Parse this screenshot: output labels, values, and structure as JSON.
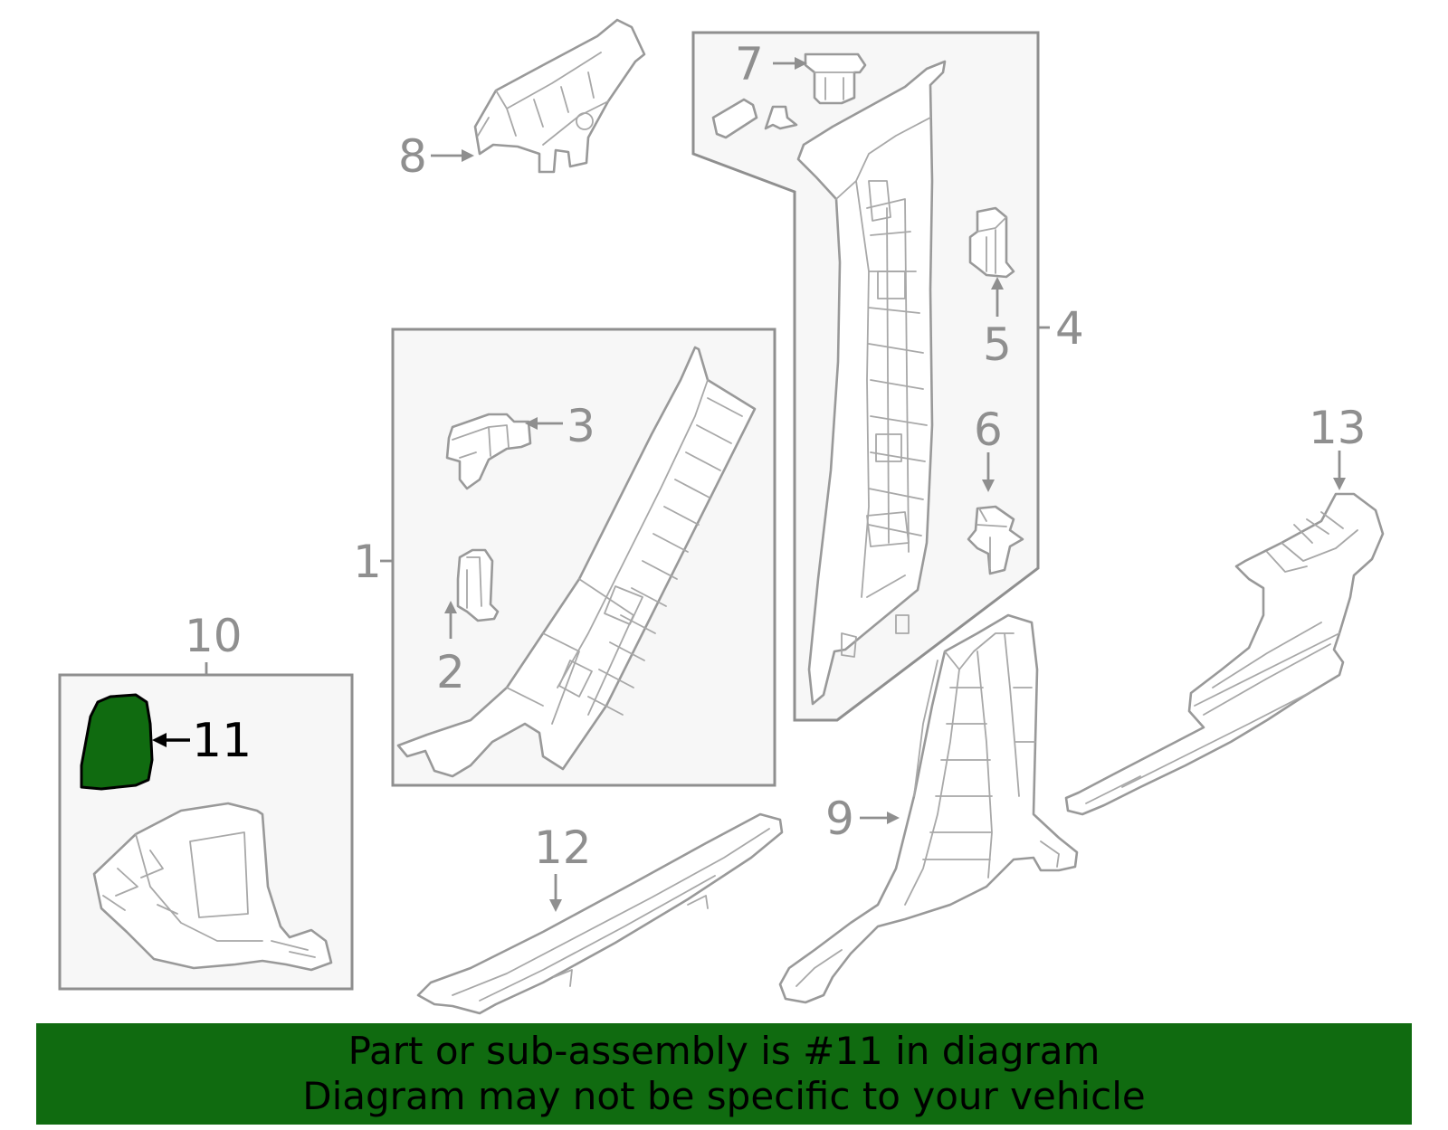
{
  "diagram": {
    "callouts": [
      {
        "id": "1",
        "label": "1"
      },
      {
        "id": "2",
        "label": "2"
      },
      {
        "id": "3",
        "label": "3"
      },
      {
        "id": "4",
        "label": "4"
      },
      {
        "id": "5",
        "label": "5"
      },
      {
        "id": "6",
        "label": "6"
      },
      {
        "id": "7",
        "label": "7"
      },
      {
        "id": "8",
        "label": "8"
      },
      {
        "id": "9",
        "label": "9"
      },
      {
        "id": "10",
        "label": "10"
      },
      {
        "id": "11",
        "label": "11"
      },
      {
        "id": "12",
        "label": "12"
      },
      {
        "id": "13",
        "label": "13"
      }
    ],
    "highlighted_part": "11"
  },
  "banner": {
    "line1": "Part or sub-assembly is #11 in diagram",
    "line2": "Diagram may not be specific to your vehicle"
  },
  "colors": {
    "highlight": "#106b10",
    "banner_bg": "#106b10",
    "line": "#999999",
    "box_fill": "#f7f7f7"
  }
}
